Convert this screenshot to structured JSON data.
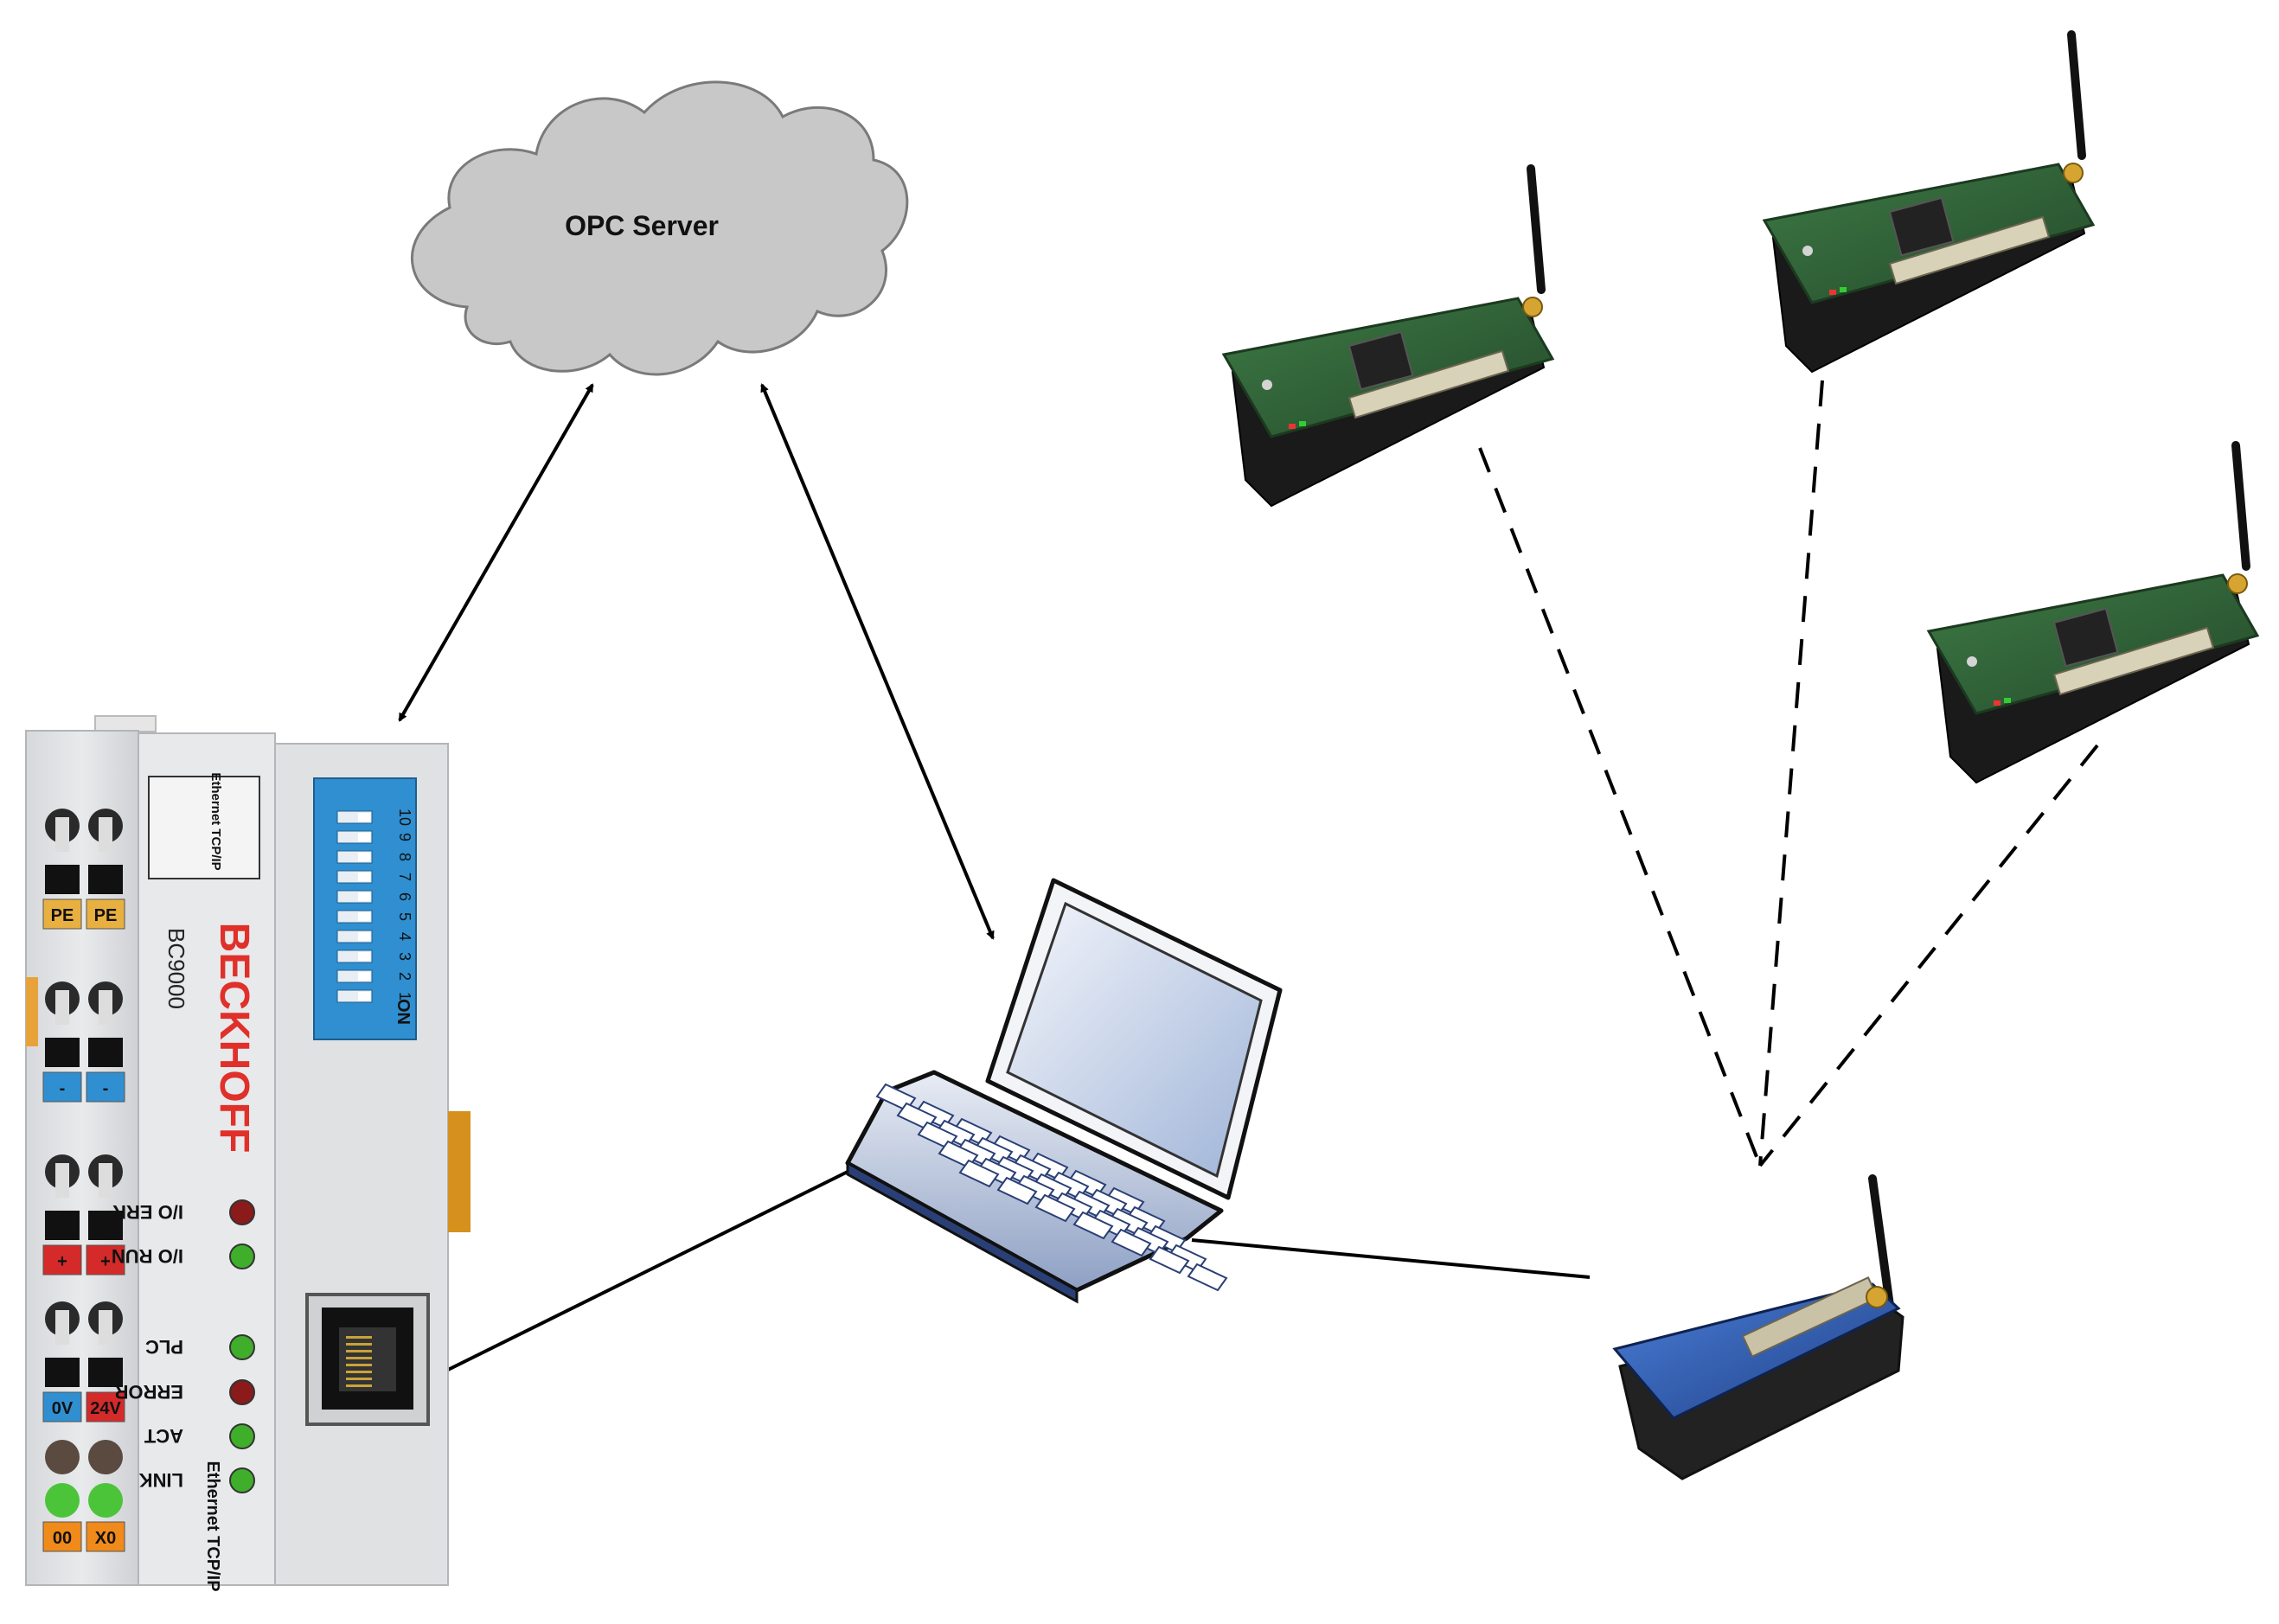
{
  "cloud": {
    "label": "OPC Server",
    "fill": "#c8c8c8"
  },
  "plc": {
    "brand": "BECKHOFF",
    "model": "BC9000",
    "port_label": "Ethernet TCP/IP",
    "bottom_label": "Ethernet TCP/IP",
    "dip_numbers": [
      "1",
      "2",
      "3",
      "4",
      "5",
      "6",
      "7",
      "8",
      "9",
      "10"
    ],
    "dip_on": "ON",
    "leds": [
      {
        "label": "I/O ERR",
        "color": "#8b1a1a"
      },
      {
        "label": "I/O RUN",
        "color": "#3fae2a"
      },
      {
        "label": "PLC",
        "color": "#3fae2a"
      },
      {
        "label": "ERROR",
        "color": "#8b1a1a"
      },
      {
        "label": "ACT",
        "color": "#3fae2a"
      },
      {
        "label": "LINK",
        "color": "#3fae2a"
      }
    ],
    "terminals": [
      {
        "left": "PE",
        "right": "PE",
        "color": "#e8b040"
      },
      {
        "left": "-",
        "right": "-",
        "color": "#2f8fd0"
      },
      {
        "left": "+",
        "right": "+",
        "color": "#d42a2a"
      },
      {
        "left": "0V",
        "right": "24V",
        "color": "#2f8fd0",
        "right_color": "#d42a2a"
      },
      {
        "left": "00",
        "right": "X0",
        "color": "#f08a1a"
      }
    ],
    "brand_color": "#e0302a"
  },
  "colors": {
    "arrow": "#000000",
    "board_green": "#2f5e35",
    "gateway_blue": "#2f5db0",
    "laptop_blue": "#5c7fbf"
  }
}
